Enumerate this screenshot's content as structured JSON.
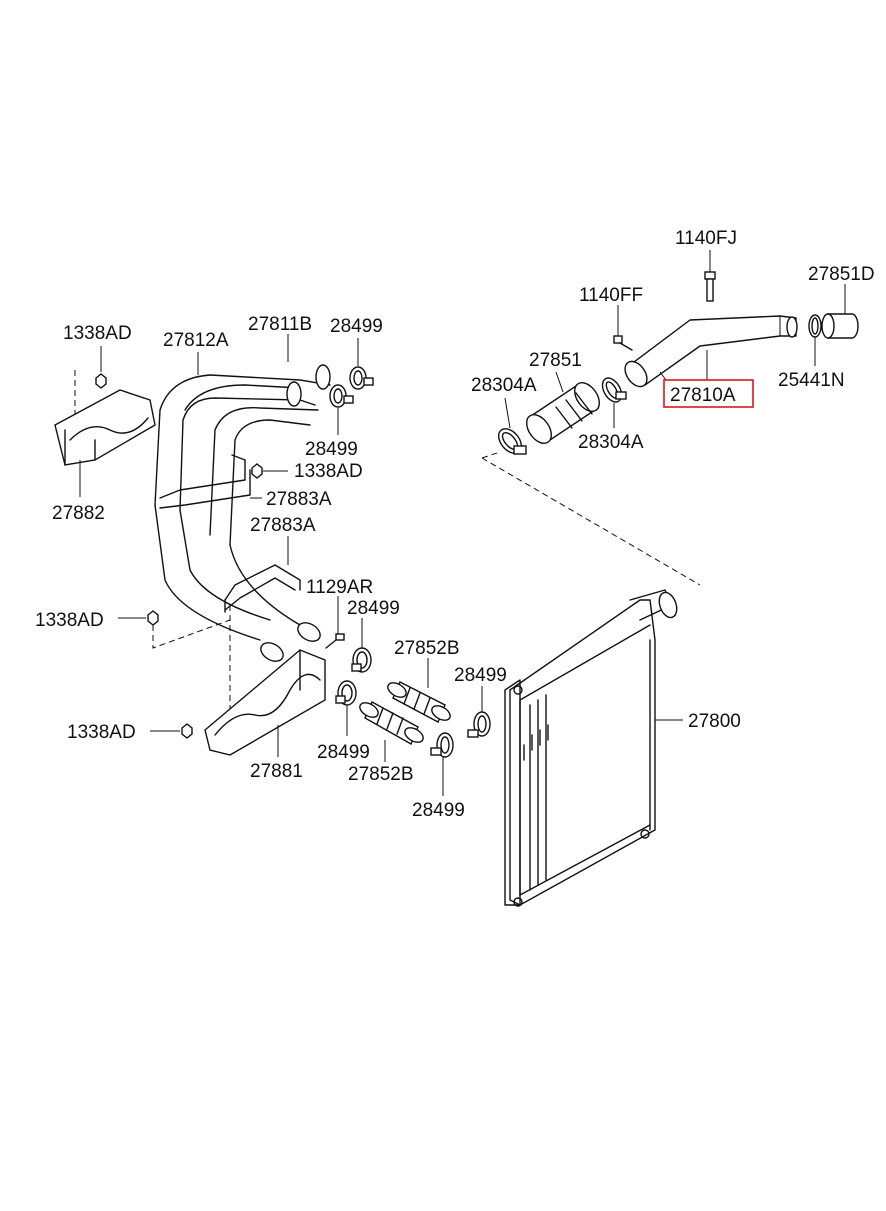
{
  "diagram": {
    "highlight_color": "#e0141e",
    "labels": {
      "l_1140FJ": "1140FJ",
      "l_27851D": "27851D",
      "l_1140FF": "1140FF",
      "l_27851": "27851",
      "l_28304A_top": "28304A",
      "l_28304A_bottom": "28304A",
      "l_27810A": "27810A",
      "l_25441N": "25441N",
      "l_1338AD_top": "1338AD",
      "l_27812A": "27812A",
      "l_27811B": "27811B",
      "l_28499_a": "28499",
      "l_28499_b": "28499",
      "l_1338AD_mid": "1338AD",
      "l_27882": "27882",
      "l_27883A_a": "27883A",
      "l_27883A_b": "27883A",
      "l_1129AR": "1129AR",
      "l_1338AD_left": "1338AD",
      "l_28499_c": "28499",
      "l_27852B_a": "27852B",
      "l_28499_d": "28499",
      "l_27800": "27800",
      "l_1338AD_bottom": "1338AD",
      "l_28499_e": "28499",
      "l_27852B_b": "27852B",
      "l_27881": "27881",
      "l_28499_f": "28499"
    }
  }
}
